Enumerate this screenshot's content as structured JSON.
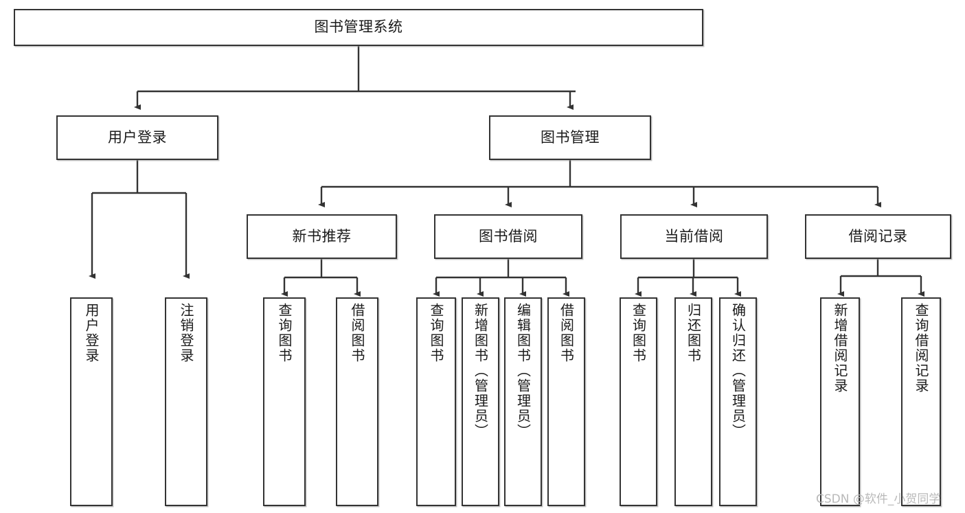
{
  "diagram": {
    "title": "图书管理系统",
    "type": "tree-hierarchy",
    "root": {
      "label": "图书管理系统"
    },
    "level2": [
      {
        "label": "用户登录"
      },
      {
        "label": "图书管理"
      }
    ],
    "level3": [
      {
        "label": "新书推荐"
      },
      {
        "label": "图书借阅"
      },
      {
        "label": "当前借阅"
      },
      {
        "label": "借阅记录"
      }
    ],
    "leaves": {
      "user_login": [
        {
          "label": "用户登录"
        },
        {
          "label": "注销登录"
        }
      ],
      "new_book_recommend": [
        {
          "label": "查询图书"
        },
        {
          "label": "借阅图书"
        }
      ],
      "book_borrow": [
        {
          "label": "查询图书"
        },
        {
          "label": "新增图书（管理员）"
        },
        {
          "label": "编辑图书（管理员）"
        },
        {
          "label": "借阅图书"
        }
      ],
      "current_borrow": [
        {
          "label": "查询图书"
        },
        {
          "label": "归还图书"
        },
        {
          "label": "确认归还（管理员）"
        }
      ],
      "borrow_record": [
        {
          "label": "新增借阅记录"
        },
        {
          "label": "查询借阅记录"
        }
      ]
    }
  },
  "watermark": {
    "text": "CSDN @软件_小贺同学"
  },
  "colors": {
    "stroke": "#333333",
    "fill": "#ffffff",
    "text": "#1a1a1a",
    "watermark": "#b9b9b9"
  }
}
